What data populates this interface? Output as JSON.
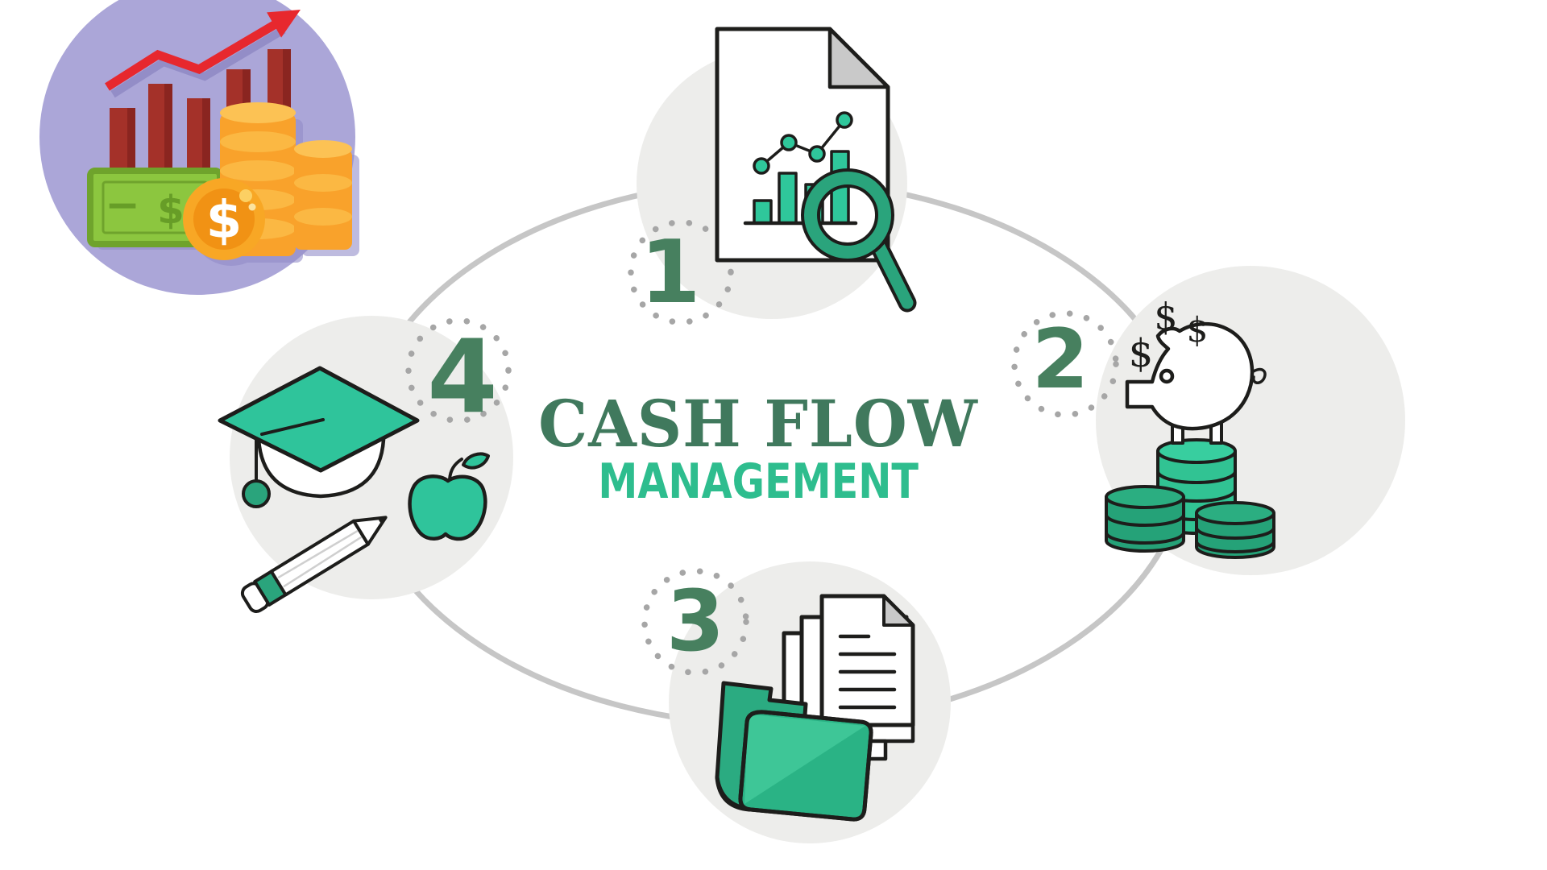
{
  "badge": {
    "background_color": "#ABA6D8",
    "bar_color": "#A43129",
    "arrow_color": "#E7282E",
    "bill": {
      "minus": "−",
      "dollar": "$"
    },
    "coin_dollar": "$"
  },
  "title": {
    "line1": "CASH FLOW",
    "line2": "MANAGEMENT",
    "line1_color": "#40795D",
    "line2_color": "#2EBD8E"
  },
  "cycle": {
    "steps": [
      {
        "number": "1",
        "icon": "analysis-document-magnifier-icon"
      },
      {
        "number": "2",
        "icon": "piggy-bank-coins-icon",
        "dollar_signs": [
          "$",
          "$",
          "$"
        ]
      },
      {
        "number": "3",
        "icon": "documents-folder-icon"
      },
      {
        "number": "4",
        "icon": "graduation-cap-apple-pencil-icon"
      }
    ],
    "number_color": "#47805F"
  }
}
